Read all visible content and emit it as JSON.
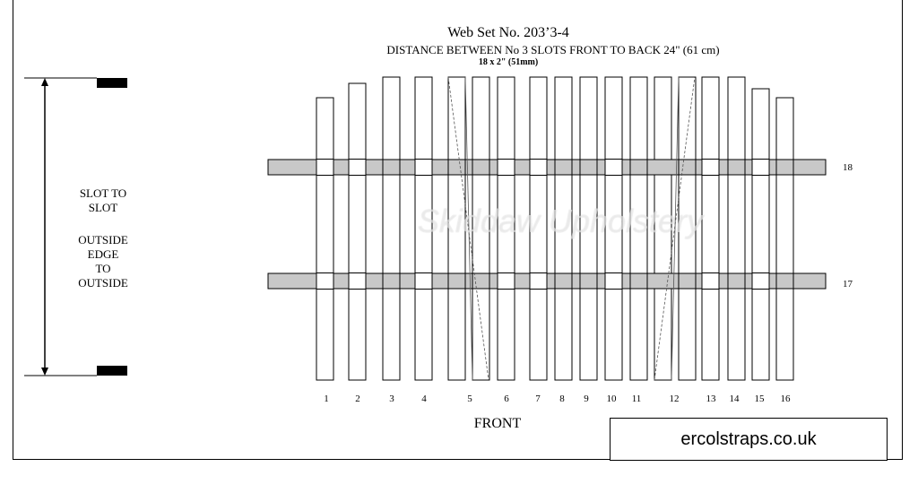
{
  "header": {
    "title": "Web Set No.  203’3-4",
    "subtitle": "DISTANCE BETWEEN No 3 SLOTS   FRONT TO BACK 24\" (61 cm)",
    "size_note": "18 x 2\" (51mm)"
  },
  "side_label": {
    "line1": "SLOT TO",
    "line2": "SLOT",
    "line3": "OUTSIDE",
    "line4": "EDGE",
    "line5": "TO",
    "line6": "OUTSIDE"
  },
  "straps": {
    "numbers": [
      "1",
      "2",
      "3",
      "4",
      "5",
      "6",
      "7",
      "8",
      "9",
      "10",
      "11",
      "12",
      "13",
      "14",
      "15",
      "16"
    ]
  },
  "cross_straps": {
    "top_label": "18",
    "bottom_label": "17",
    "color": "#c8c8c8"
  },
  "footer": {
    "front_label": "FRONT",
    "website": "ercolstraps.co.uk"
  },
  "watermark": "Skiddaw Upholstery"
}
